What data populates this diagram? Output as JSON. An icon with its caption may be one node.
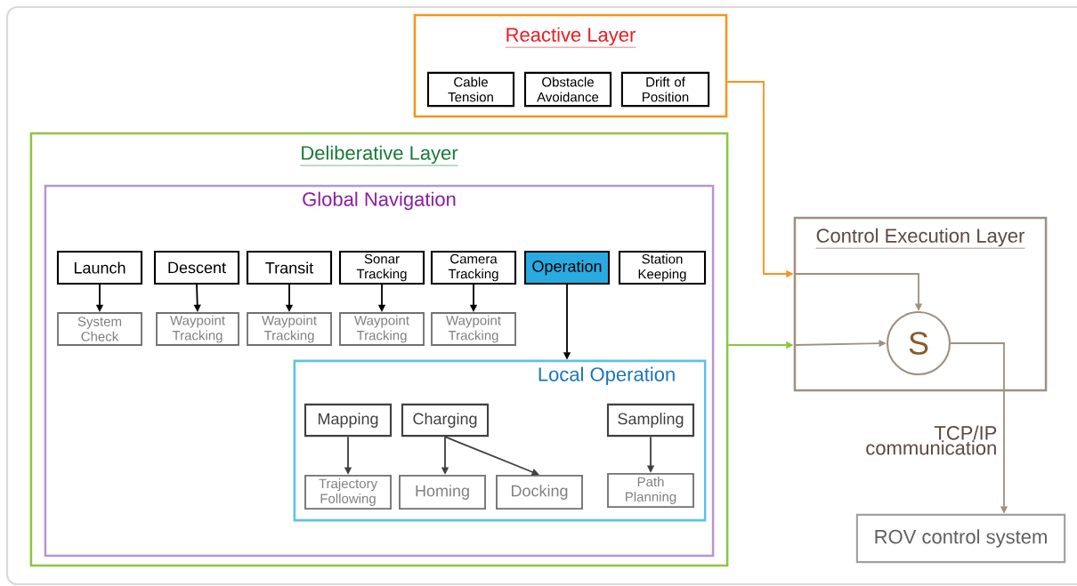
{
  "diagram": {
    "nodes": [
      {
        "text": [
          "Reactive Layer"
        ]
      },
      {
        "text": [
          "Cable Tension"
        ],
        "in": 0
      },
      {
        "text": [
          "Obstacle Avoidance"
        ],
        "in": 0
      },
      {
        "text": [
          "Drift of Position"
        ],
        "in": 0
      },
      {
        "text": [
          "Deliberative Layer"
        ]
      },
      {
        "text": [
          "Global Navigation"
        ],
        "in": 4
      },
      {
        "text": [
          "Launch"
        ],
        "in": 5
      },
      {
        "text": [
          "Descent"
        ],
        "in": 5
      },
      {
        "text": [
          "Transit"
        ],
        "in": 5
      },
      {
        "text": [
          "Sonar Tracking"
        ],
        "in": 5
      },
      {
        "text": [
          "Camera Tracking"
        ],
        "in": 5
      },
      {
        "text": [
          "Operation"
        ],
        "in": 5
      },
      {
        "text": [
          "Station Keeping"
        ],
        "in": 5
      },
      {
        "text": [
          "System Check"
        ],
        "in": 5
      },
      {
        "text": [
          "Waypoint Tracking"
        ],
        "in": 5
      },
      {
        "text": [
          "Waypoint Tracking"
        ],
        "in": 5
      },
      {
        "text": [
          "Waypoint Tracking"
        ],
        "in": 5
      },
      {
        "text": [
          "Waypoint Tracking"
        ],
        "in": 5
      },
      {
        "text": [
          "Local Operation"
        ],
        "in": 5
      },
      {
        "text": [
          "Mapping"
        ],
        "in": 18
      },
      {
        "text": [
          "Charging"
        ],
        "in": 18
      },
      {
        "text": [
          "Sampling"
        ],
        "in": 18
      },
      {
        "text": [
          "Trajectory Following"
        ],
        "in": 18
      },
      {
        "text": [
          "Homing"
        ],
        "in": 18
      },
      {
        "text": [
          "Docking"
        ],
        "in": 18
      },
      {
        "text": [
          "Path Planning"
        ],
        "in": 18
      },
      {
        "text": [
          "Control Execution Layer"
        ]
      },
      {
        "text": [
          "S"
        ],
        "in": 26
      },
      {
        "text": [
          "ROV control system"
        ]
      }
    ],
    "edges": [
      {
        "from": 6,
        "to": 13,
        "arrow": "to"
      },
      {
        "from": 7,
        "to": 14,
        "arrow": "to"
      },
      {
        "from": 8,
        "to": 15,
        "arrow": "to"
      },
      {
        "from": 9,
        "to": 16,
        "arrow": "to"
      },
      {
        "from": 10,
        "to": 17,
        "arrow": "to"
      },
      {
        "from": 11,
        "to": 18,
        "arrow": "to"
      },
      {
        "from": 19,
        "to": 22,
        "arrow": "to",
        "color": "#404040"
      },
      {
        "from": 20,
        "to": 23,
        "arrow": "to",
        "color": "#404040"
      },
      {
        "from": 20,
        "to": 24,
        "arrow": "to",
        "color": "#404040"
      },
      {
        "from": 21,
        "to": 25,
        "arrow": "to",
        "color": "#404040"
      },
      {
        "from": 0,
        "to": 26,
        "arrow": "to",
        "color": "#f7931e"
      },
      {
        "from": 4,
        "to": 26,
        "arrow": "to",
        "color": "#8dc63f"
      },
      {
        "from": null,
        "to": 27,
        "arrow": "to",
        "color": "#a09080"
      },
      {
        "from": null,
        "to": 27,
        "arrow": "to",
        "color": "#a09080"
      },
      {
        "from": 27,
        "to": 28,
        "arrow": "to",
        "color": "#a09080",
        "label": "TCP/IP communication"
      }
    ]
  }
}
